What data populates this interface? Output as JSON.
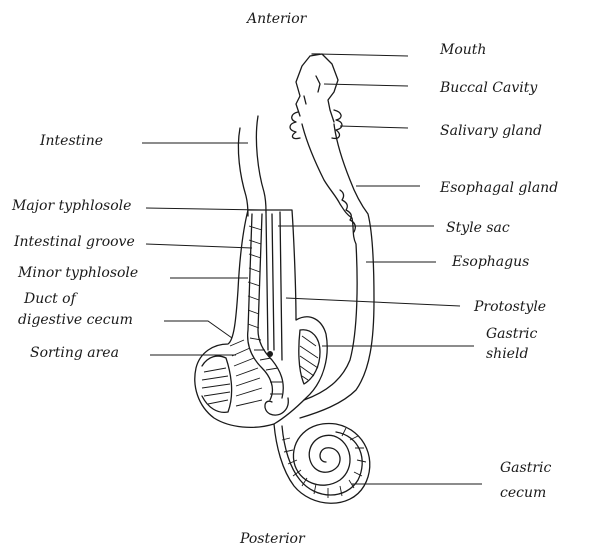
{
  "orientation": {
    "top": "Anterior",
    "bottom": "Posterior"
  },
  "labels": {
    "mouth": "Mouth",
    "buccal_cavity": "Buccal Cavity",
    "salivary_gland": "Salivary gland",
    "intestine": "Intestine",
    "esophagal_gland": "Esophagal gland",
    "major_typhlosole": "Major typhlosole",
    "style_sac": "Style sac",
    "intestinal_groove": "Intestinal groove",
    "esophagus": "Esophagus",
    "minor_typhlosole": "Minor typhlosole",
    "duct_line1": "Duct of",
    "duct_line2": "digestive cecum",
    "protostyle": "Protostyle",
    "sorting_area": "Sorting area",
    "gastric_shield_line1": "Gastric",
    "gastric_shield_line2": "shield",
    "gastric_cecum_line1": "Gastric",
    "gastric_cecum_line2": "cecum"
  }
}
